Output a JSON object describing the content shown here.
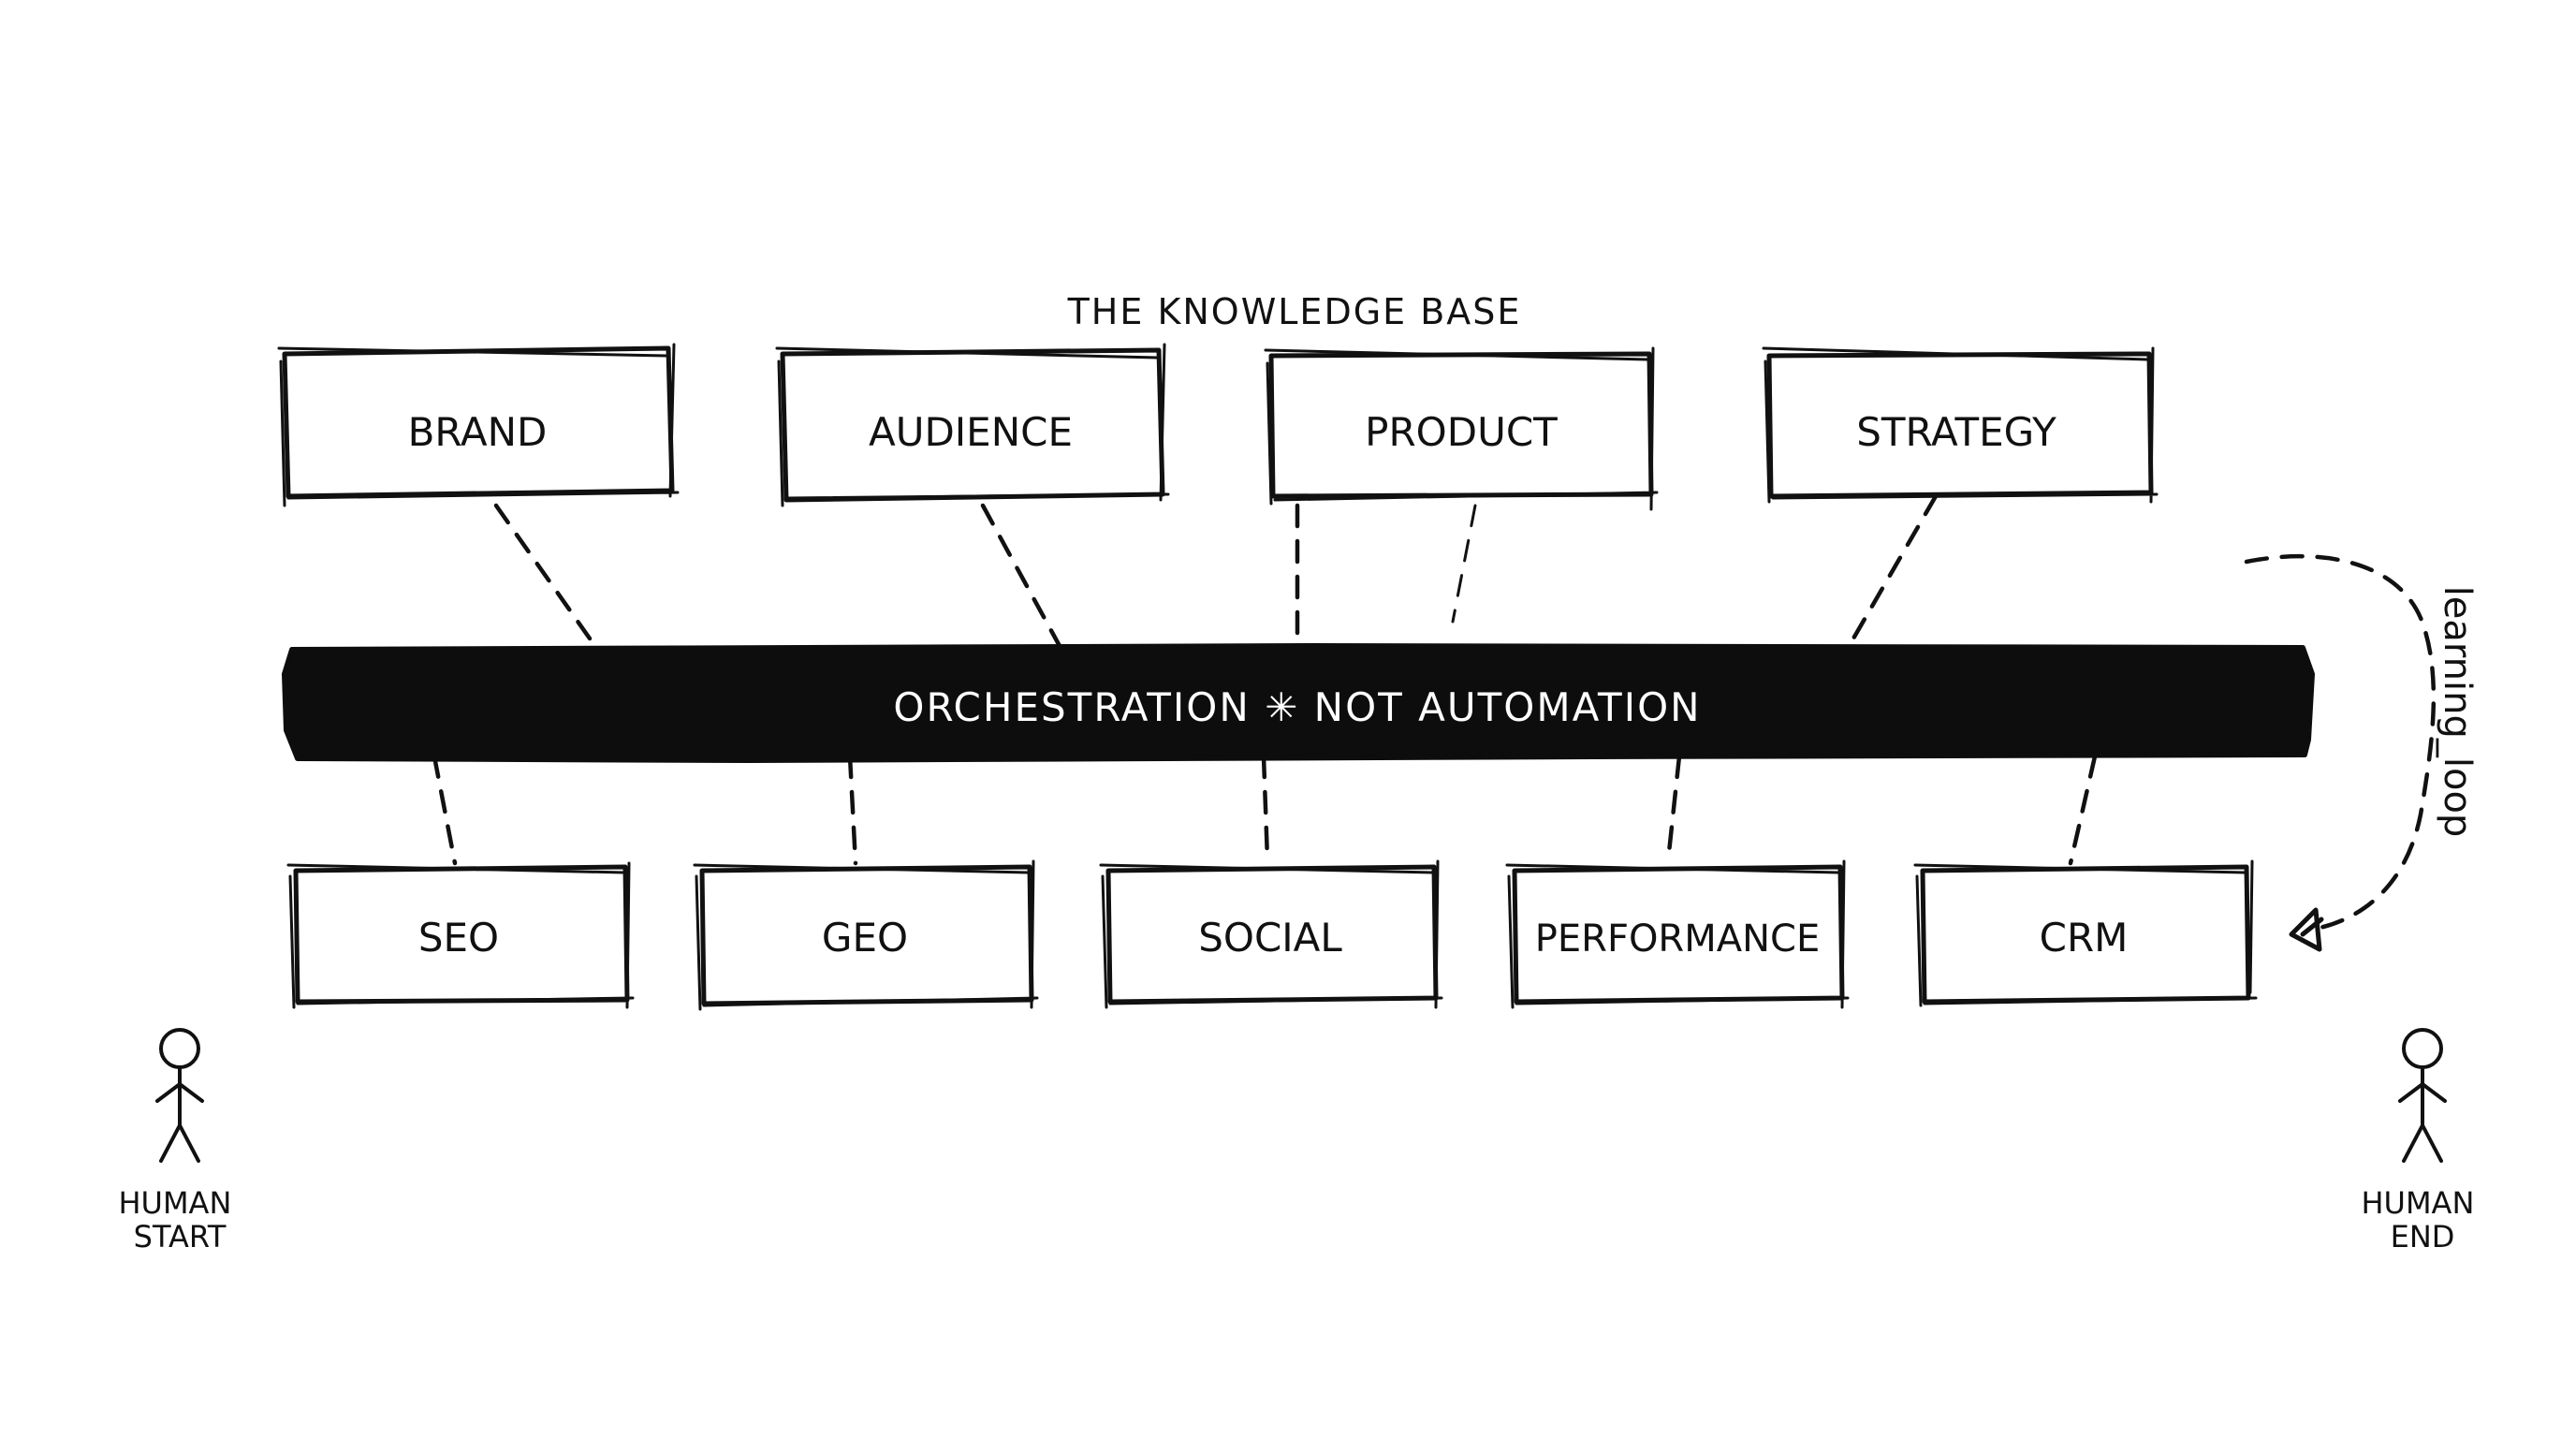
{
  "title": "THE KNOWLEDGE BASE",
  "knowledge": [
    "BRAND",
    "AUDIENCE",
    "PRODUCT",
    "STRATEGY"
  ],
  "orchestration": "ORCHESTRATION ✳ NOT AUTOMATION",
  "channels": [
    "SEO",
    "GEO",
    "SOCIAL",
    "PERFORMANCE",
    "CRM"
  ],
  "loop_label": "learning_loop",
  "humans": {
    "start": [
      "HUMAN",
      "START"
    ],
    "end": [
      "HUMAN",
      "END"
    ]
  },
  "colors": {
    "ink": "#111111",
    "paper": "#ffffff"
  }
}
